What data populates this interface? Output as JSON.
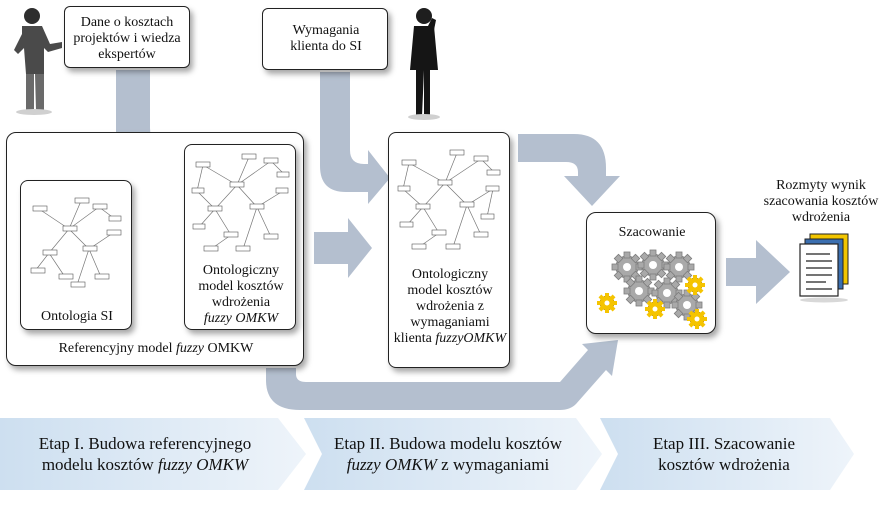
{
  "inputs": {
    "cost_data": "Dane o kosztach projektów i wiedza ekspertów",
    "client_requirements": "Wymagania klienta do SI"
  },
  "reference_model": {
    "label_prefix": "Referencyjny model",
    "label_fuzzy": "fuzzy",
    "label_suffix": "OMKW"
  },
  "ontology_si": {
    "label": "Ontologia SI"
  },
  "ontological_model": {
    "line1": "Ontologiczny",
    "line2": "model kosztów",
    "line3": "wdrożenia",
    "line4_fuzzy": "fuzzy",
    "line4_omkw": "OMKW"
  },
  "req_model": {
    "line1": "Ontologiczny",
    "line2": "model kosztów",
    "line3": "wdrożenia z",
    "line4": "wymaganiami",
    "line5_prefix": "klienta",
    "line5_fuzzy": "fuzzy",
    "line5_omkw": "OMKW"
  },
  "estimation": {
    "label": "Szacowanie"
  },
  "result": {
    "label": "Rozmyty wynik szacowania kosztów wdrożenia"
  },
  "stages": [
    {
      "line1": "Etap I. Budowa referencyjnego",
      "line2_prefix": "modelu kosztów",
      "line2_fuzzy": "fuzzy",
      "line2_omkw": "OMKW"
    },
    {
      "line1": "Etap II. Budowa modelu kosztów",
      "line2_fuzzy": "fuzzy",
      "line2_omkw": "OMKW",
      "line2_suffix": "z wymaganiami"
    },
    {
      "line1": "Etap III. Szacowanie",
      "line2": "kosztów wdrożenia"
    }
  ],
  "colors": {
    "arrow": "#b4bfcf",
    "stage_fill": "#dce8f4",
    "gear_gray": "#a9a9a9",
    "gear_yellow": "#f5c400"
  }
}
